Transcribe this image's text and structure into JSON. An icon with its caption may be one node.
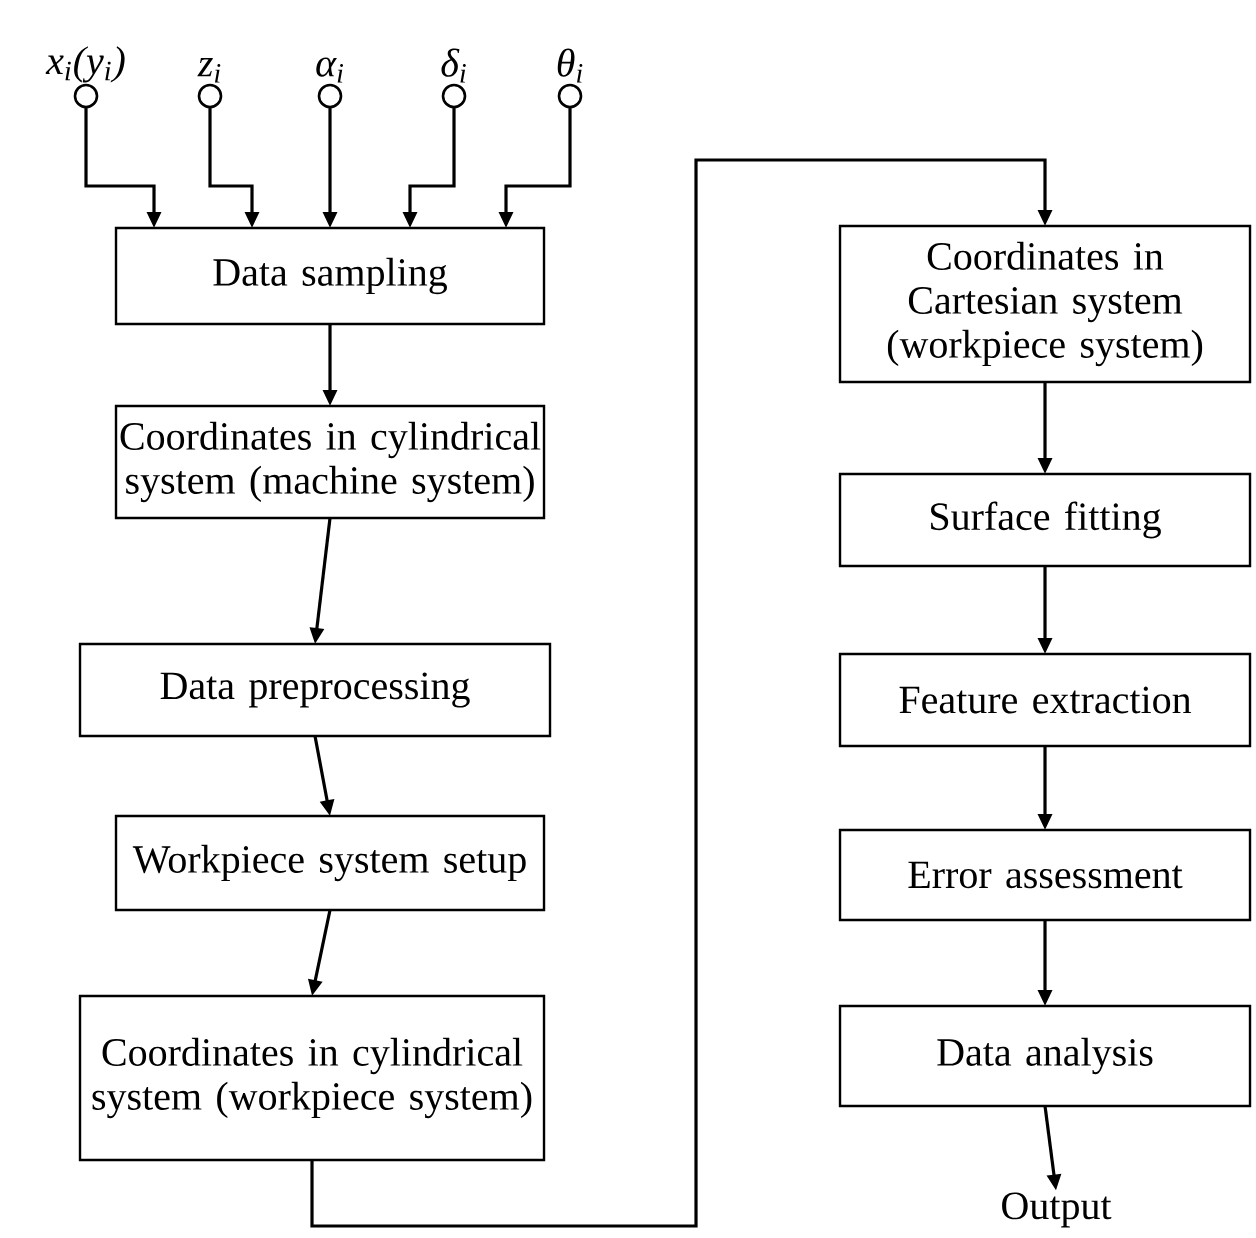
{
  "diagram": {
    "nodes": [
      {
        "text": [
          "x$_{i}$(y$_{i}$)"
        ]
      },
      {
        "text": [
          "z$_{i}$"
        ]
      },
      {
        "text": [
          "α$_{i}$"
        ]
      },
      {
        "text": [
          "δ$_{i}$"
        ]
      },
      {
        "text": [
          "θ$_{i}$"
        ]
      },
      {
        "text": [
          "Data sampling"
        ]
      },
      {
        "text": [
          "Coordinates in cylindrical system (machine system)"
        ]
      },
      {
        "text": [
          "Data preprocessing"
        ]
      },
      {
        "text": [
          "Workpiece system setup"
        ]
      },
      {
        "text": [
          "Coordinates in cylindrical system (workpiece system)"
        ]
      },
      {
        "text": [
          "Coordinates in Cartesian system (workpiece system)"
        ]
      },
      {
        "text": [
          "Surface fitting"
        ]
      },
      {
        "text": [
          "Feature extraction"
        ]
      },
      {
        "text": [
          "Error assessment"
        ]
      },
      {
        "text": [
          "Data analysis"
        ]
      },
      {
        "text": [
          "Output"
        ]
      }
    ],
    "edges": [
      {
        "from": 0,
        "to": 5,
        "arrow": "to"
      },
      {
        "from": 1,
        "to": 5,
        "arrow": "to"
      },
      {
        "from": 2,
        "to": 5,
        "arrow": "to"
      },
      {
        "from": 3,
        "to": 5,
        "arrow": "to"
      },
      {
        "from": 4,
        "to": 5,
        "arrow": "to"
      },
      {
        "from": 5,
        "to": 6,
        "arrow": "to"
      },
      {
        "from": 6,
        "to": 7,
        "arrow": "to"
      },
      {
        "from": 7,
        "to": 8,
        "arrow": "to"
      },
      {
        "from": 8,
        "to": 9,
        "arrow": "to"
      },
      {
        "from": 9,
        "to": 10,
        "arrow": "to"
      },
      {
        "from": 10,
        "to": 11,
        "arrow": "to"
      },
      {
        "from": 11,
        "to": 12,
        "arrow": "to"
      },
      {
        "from": 12,
        "to": 13,
        "arrow": "to"
      },
      {
        "from": 13,
        "to": 14,
        "arrow": "to"
      },
      {
        "from": 14,
        "to": 15,
        "arrow": "to"
      }
    ]
  }
}
